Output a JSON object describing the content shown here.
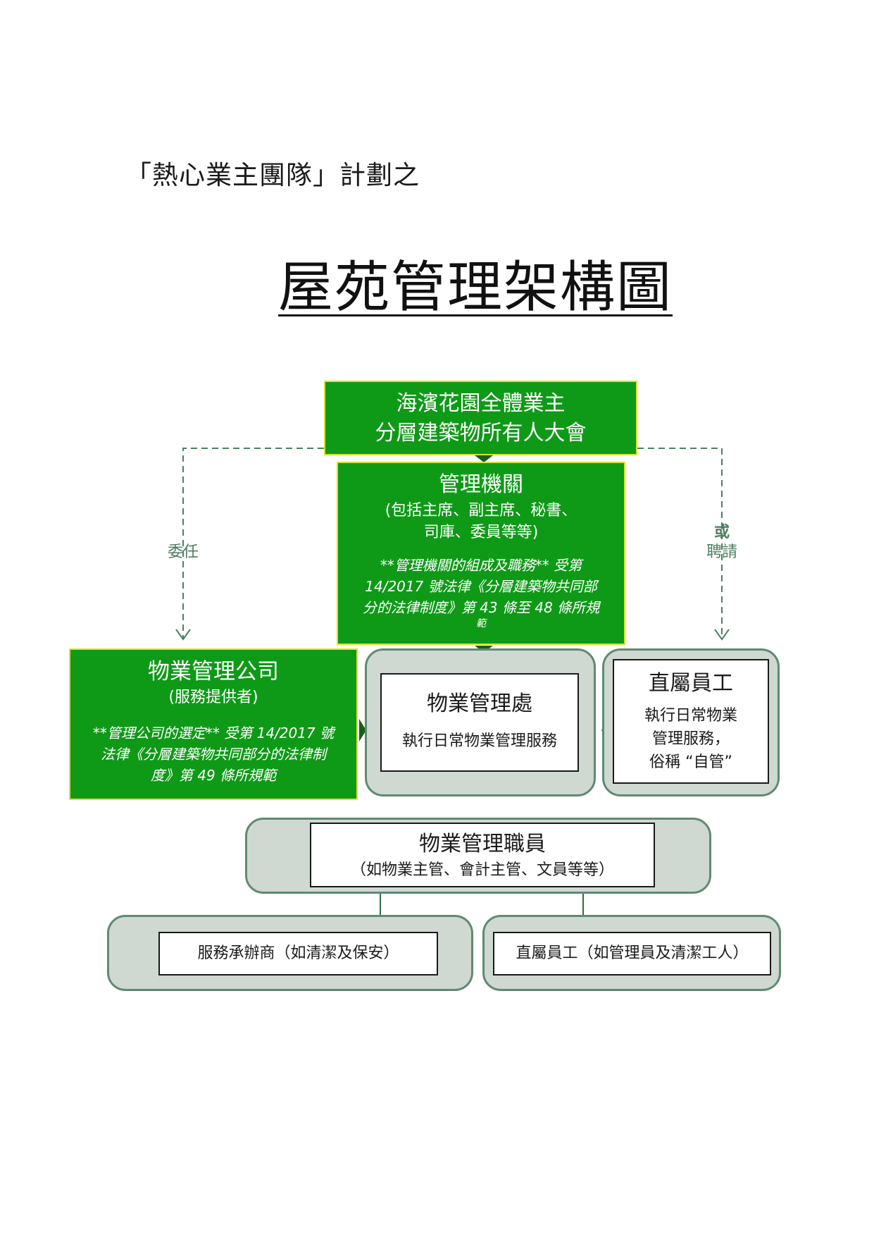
{
  "subtitle": "「熱心業主團隊」計劃之",
  "title": "屋苑管理架構圖",
  "owners": {
    "line1": "海濱花園全體業主",
    "line2": "分層建築物所有人大會"
  },
  "committee": {
    "title": "管理機關",
    "sub1": "(包括主席、副主席、秘書、",
    "sub2": "司庫、委員等等)",
    "note1": "**管理機關的組成及職務**  受第",
    "note2": "14/2017 號法律《分層建築物共同部",
    "note3": "分的法律制度》第 43 條至 48 條所規",
    "note4": "範"
  },
  "links": {
    "appoint": "委任",
    "or": "或",
    "hire": "聘請"
  },
  "company": {
    "title": "物業管理公司",
    "sub": "(服務提供者)",
    "note1": "**管理公司的選定**  受第 14/2017 號",
    "note2": "法律《分層建築物共同部分的法律制",
    "note3": "度》第 49 條所規範"
  },
  "office": {
    "title": "物業管理處",
    "desc": "執行日常物業管理服務"
  },
  "direct": {
    "title": "直屬員工",
    "desc1": "執行日常物業",
    "desc2": "管理服務，",
    "desc3": "俗稱 “自管”"
  },
  "staff": {
    "title": "物業管理職員",
    "desc": "（如物業主管、會計主管、文員等等）"
  },
  "contractor": {
    "text": "服務承辦商（如清潔及保安）"
  },
  "workers": {
    "text": "直屬員工（如管理員及清潔工人）"
  },
  "colors": {
    "green": "#0e9a17",
    "border_yellow": "#d9e22a",
    "grey_fill": "#cfd8d1",
    "grey_border": "#5f8a72",
    "link": "#4f7f62"
  }
}
